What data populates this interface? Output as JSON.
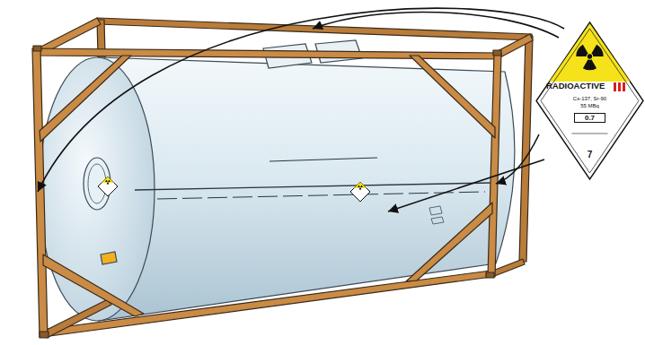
{
  "diagram": {
    "nodes": [
      {
        "text": [
          "RADIOACTIVE",
          "Cs-137, Sr-90",
          "55 MBq",
          "0.7",
          "7"
        ]
      }
    ]
  }
}
